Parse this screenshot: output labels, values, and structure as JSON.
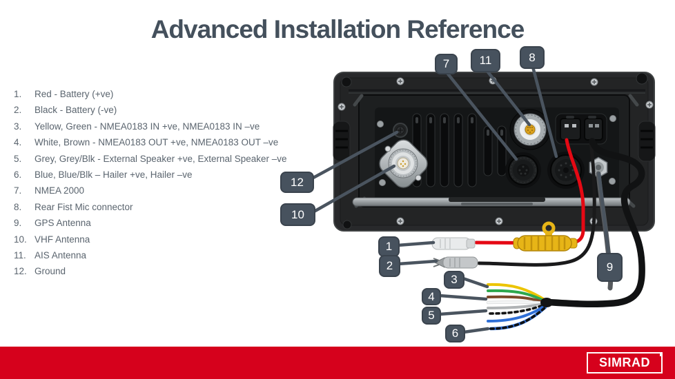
{
  "title": "Advanced Installation Reference",
  "legend": {
    "items": [
      {
        "num": "1.",
        "label": "Red - Battery (+ve)"
      },
      {
        "num": "2.",
        "label": "Black - Battery (-ve)"
      },
      {
        "num": "3.",
        "label": "Yellow, Green - NMEA0183 IN +ve, NMEA0183 IN –ve"
      },
      {
        "num": "4.",
        "label": "White, Brown - NMEA0183 OUT +ve, NMEA0183 OUT –ve"
      },
      {
        "num": "5.",
        "label": "Grey, Grey/Blk - External Speaker +ve, External Speaker –ve"
      },
      {
        "num": "6.",
        "label": "Blue, Blue/Blk – Hailer +ve, Hailer –ve"
      },
      {
        "num": "7.",
        "label": "NMEA 2000"
      },
      {
        "num": "8.",
        "label": "Rear Fist Mic connector"
      },
      {
        "num": "9.",
        "label": "GPS Antenna"
      },
      {
        "num": "10.",
        "label": "VHF Antenna"
      },
      {
        "num": "11.",
        "label": "AIS Antenna"
      },
      {
        "num": "12.",
        "label": "Ground"
      }
    ]
  },
  "callouts": {
    "1": "1",
    "2": "2",
    "3": "3",
    "4": "4",
    "5": "5",
    "6": "6",
    "7": "7",
    "8": "8",
    "9": "9",
    "10": "10",
    "11": "11",
    "12": "12"
  },
  "footer": {
    "logo": "SIMRAD"
  },
  "colors": {
    "brand_red": "#d6011c",
    "callout_slate": "#47525e",
    "text_gray": "#5a646e",
    "wire_red": "#e50914",
    "wire_black": "#1a1a1b",
    "wire_yellow": "#ecc400",
    "wire_green": "#2ea84d",
    "wire_brown": "#7d4a2a",
    "wire_white": "#f4f5f5",
    "wire_grey": "#b0b3b5",
    "wire_blue": "#2f6fd6",
    "fuse_yellow": "#e7b517"
  }
}
